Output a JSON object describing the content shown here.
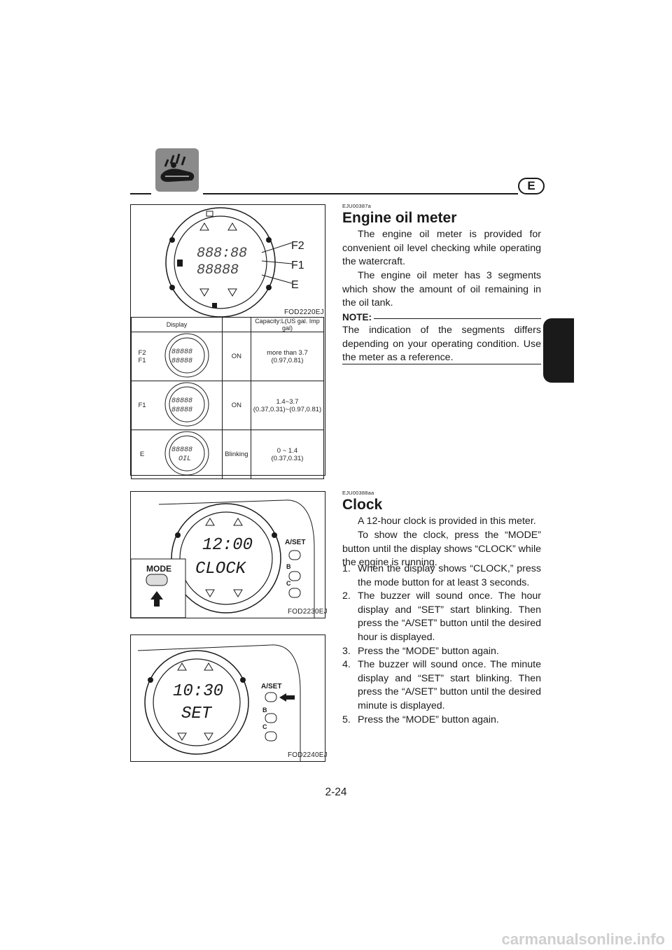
{
  "header": {
    "lang": "E"
  },
  "oil_section": {
    "code": "EJU00387a",
    "title": "Engine oil meter",
    "p1": "The engine oil meter is provided for convenient oil level checking while operating the watercraft.",
    "p2": "The engine oil meter has 3 segments which show the amount of oil remaining in the oil tank.",
    "note_label": "NOTE:",
    "note_text": "The indication of the segments differs depending on your operating condition. Use the meter as a reference."
  },
  "fig1": {
    "labels": [
      "F2",
      "F1",
      "E"
    ],
    "code": "FOD2220EJ",
    "segments": [
      "888:88",
      "88888"
    ]
  },
  "table": {
    "headers": [
      "Display",
      "",
      "Capacity:L(US gal. Imp gal)"
    ],
    "rows": [
      {
        "label": "F2\nF1",
        "state": "ON",
        "capacity": "more than 3.7",
        "capacity2": "(0.97,0.81)",
        "line1": "88888",
        "line2": "88888"
      },
      {
        "label": "F1",
        "state": "ON",
        "capacity": "1.4~3.7",
        "capacity2": "(0.37,0.31)~(0.97,0.81)",
        "line1": "88888",
        "line2": "88888"
      },
      {
        "label": "E",
        "state": "Blinking",
        "capacity": "0 ~ 1.4",
        "capacity2": "(0.37,0.31)",
        "line1": "88888",
        "line2": "OIL"
      }
    ]
  },
  "clock_section": {
    "code": "EJU00388aa",
    "title": "Clock",
    "p1": "A 12-hour clock is provided in this meter.",
    "p2": "To show the clock, press the “MODE” button until the display shows “CLOCK” while the engine is running.",
    "steps": [
      "When the display shows “CLOCK,” press the mode button for at least 3 seconds.",
      "The buzzer will sound once. The hour display and “SET” start blinking. Then press the “A/SET” button until the desired hour is displayed.",
      "Press the “MODE” button again.",
      "The buzzer will sound once. The minute display and “SET” start blinking. Then press the “A/SET” button until the desired minute is displayed.",
      "Press the “MODE” button again."
    ]
  },
  "fig2": {
    "time": "12:00",
    "word": "CLOCK",
    "mode": "MODE",
    "aset": "A/SET",
    "b": "B",
    "c": "C",
    "code": "FOD2230EJ"
  },
  "fig3": {
    "time": "10:30",
    "word": "SET",
    "aset": "A/SET",
    "b": "B",
    "c": "C",
    "code": "FOD2240EJ"
  },
  "page_number": "2-24",
  "footer": "carmanualsonline.info"
}
